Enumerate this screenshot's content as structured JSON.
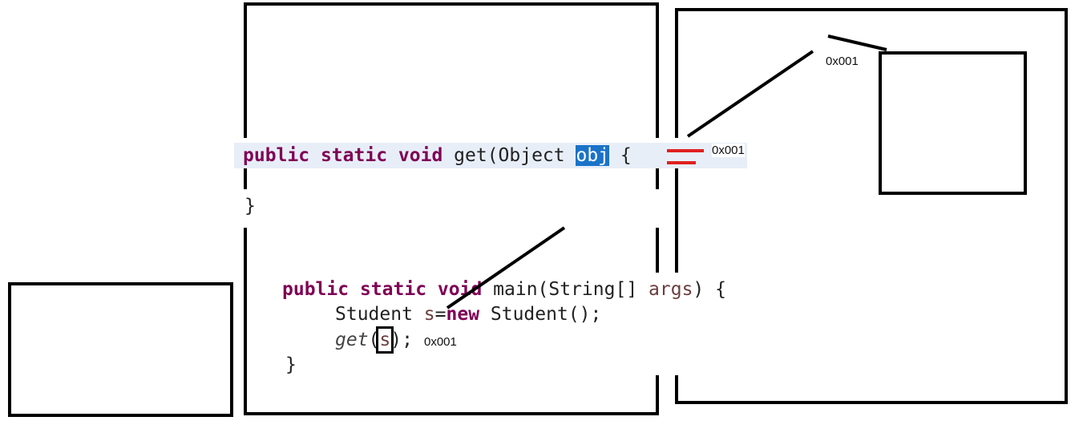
{
  "method_code": {
    "kw1": "public",
    "kw2": "static",
    "kw3": "void",
    "name": "get(Object ",
    "param": "obj",
    "tail": "{",
    "close_brace": "}"
  },
  "main_code": {
    "kw1": "public",
    "kw2": "static",
    "kw3": "void",
    "sig": "main(String[] ",
    "args": "args",
    "sig_end": ") {",
    "line2_type": "Student ",
    "line2_var": "s",
    "line2_eq": "=",
    "line2_new": "new",
    "line2_rest": " Student();",
    "line3_call": "get",
    "line3_open": "(",
    "line3_arg": "s",
    "line3_close": ");",
    "close_brace": "}"
  },
  "address_labels": {
    "heap_object": "0x001",
    "param_obj": "0x001",
    "arg_s": "0x001"
  },
  "colors": {
    "keyword": "#7f0055",
    "selection": "#1a73c8",
    "arrow_red": "#e02020",
    "line": "#000000"
  }
}
